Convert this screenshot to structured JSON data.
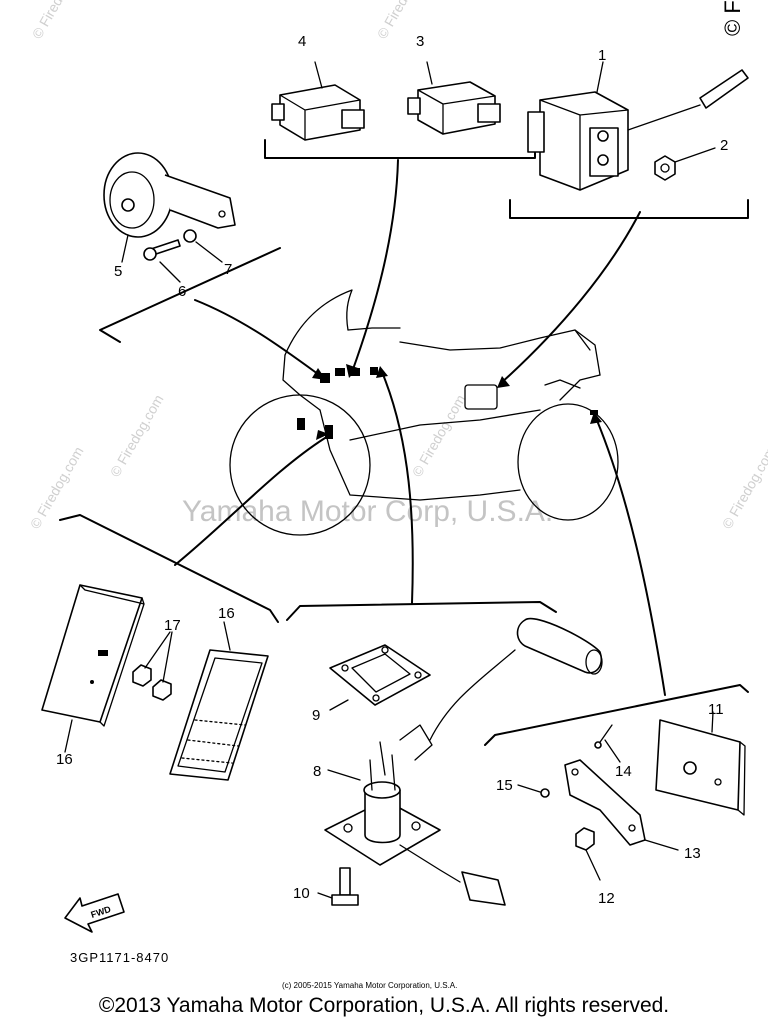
{
  "watermark": {
    "center": "Yamaha Motor Corp, U.S.A.",
    "site": "© Firedog.com",
    "corner": "© Fire"
  },
  "callouts": {
    "p1": "1",
    "p2": "2",
    "p3": "3",
    "p4": "4",
    "p5": "5",
    "p6": "6",
    "p7": "7",
    "p8": "8",
    "p9": "9",
    "p10": "10",
    "p11": "11",
    "p12": "12",
    "p13": "13",
    "p14": "14",
    "p15": "15",
    "p16a": "16",
    "p16b": "16",
    "p17": "17"
  },
  "fwd_label": "FWD",
  "part_number": "3GP1171-8470",
  "small_copyright": "(c) 2005-2015 Yamaha Motor Corporation, U.S.A.",
  "footer": "©2013 Yamaha Motor Corporation, U.S.A. All rights reserved."
}
